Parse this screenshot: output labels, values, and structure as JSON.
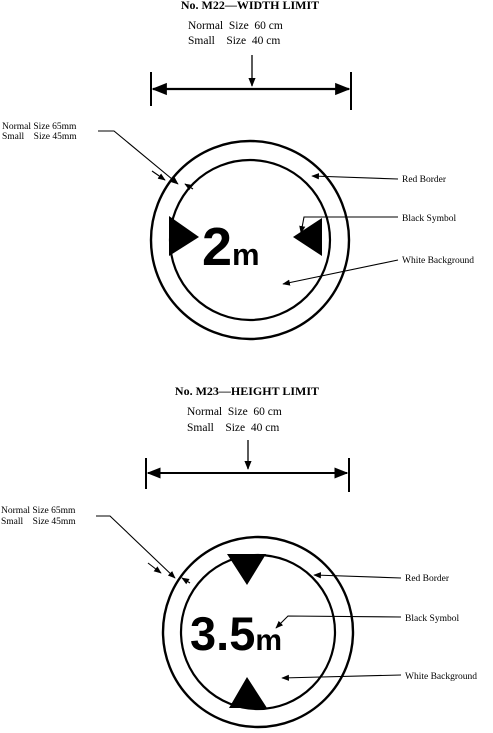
{
  "sign_m22": {
    "title": "No. M22—WIDTH LIMIT",
    "normal_size": "Normal  Size  60 cm",
    "small_size": "Small    Size  40 cm",
    "border_note_normal": "Normal Size 65mm",
    "border_note_small": "Small    Size 45mm",
    "label_border": "Red Border",
    "label_symbol": "Black Symbol",
    "label_background": "White Background",
    "symbol_value": "2",
    "symbol_unit": "m"
  },
  "sign_m23": {
    "title": "No. M23—HEIGHT LIMIT",
    "normal_size": "Normal  Size  60 cm",
    "small_size": "Small    Size  40 cm",
    "border_note_normal": "Normal Size 65mm",
    "border_note_small": "Small    Size 45mm",
    "label_border": "Red Border",
    "label_symbol": "Black Symbol",
    "label_background": "White Background",
    "symbol_value": "3.5",
    "symbol_unit": "m"
  },
  "colors": {
    "ink": "#000000",
    "paper": "#ffffff"
  }
}
